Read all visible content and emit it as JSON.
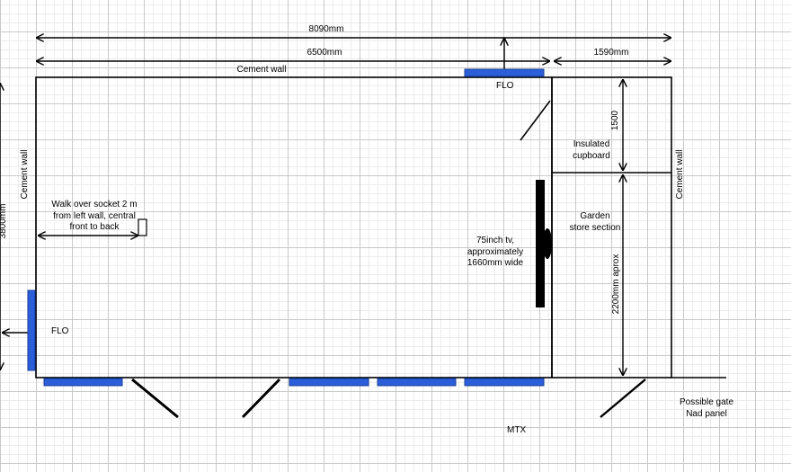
{
  "dimensions": {
    "total_length": "8090mm",
    "main_room_length": "6500mm",
    "store_length": "1590mm",
    "width": "3800mm",
    "cupboard_depth": "1500",
    "garden_store_depth": "2200mm aprox"
  },
  "labels": {
    "cement_wall_top": "Cement wall",
    "cement_wall_left": "Cement wall",
    "cement_wall_right": "Cement wall",
    "flo_top": "FLO",
    "flo_left": "FLO",
    "socket_note": [
      "Walk over socket 2 m",
      "from left wall, central",
      "front to back"
    ],
    "tv_note": [
      "75inch tv,",
      "approximately",
      "1660mm wide"
    ],
    "insulated_cupboard": [
      "Insulated",
      "cupboard"
    ],
    "garden_store": [
      "Garden",
      "store section"
    ],
    "gate_note": [
      "Possible gate",
      "Nad panel"
    ],
    "mtx": "MTX"
  },
  "colors": {
    "window_fill": "#2b5fd9",
    "window_stroke": "#1a3d99",
    "line": "#000000"
  }
}
